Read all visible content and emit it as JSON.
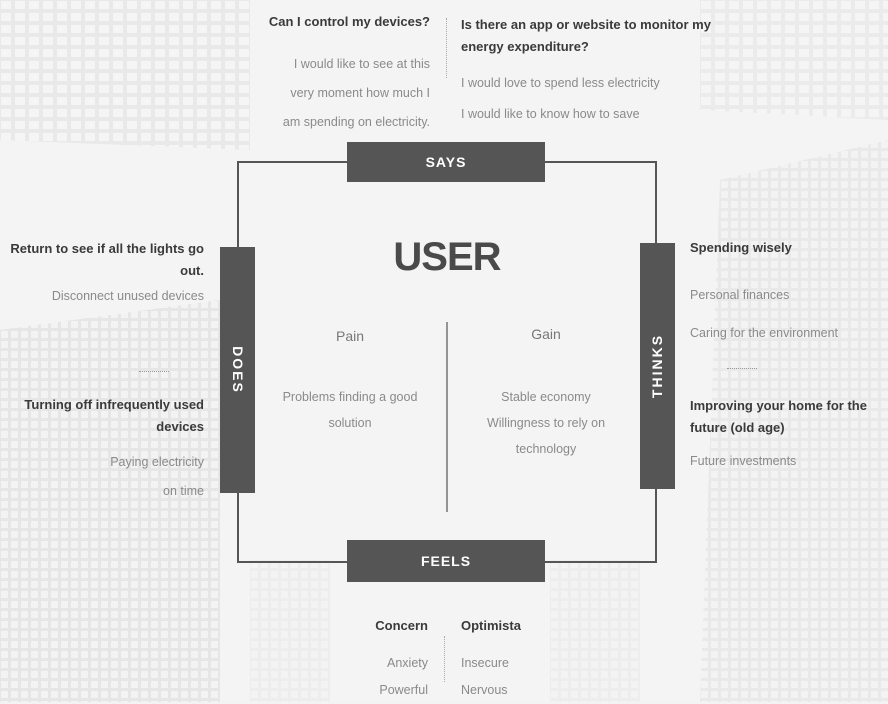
{
  "center_title": "USER",
  "says": {
    "label": "SAYS",
    "q1": "Can I control my devices?",
    "q1_text": [
      "I would like to see at this",
      "very moment how much I",
      "am spending on electricity."
    ],
    "q2": "Is there an app or website to monitor my energy expenditure?",
    "q2_text": [
      "I would love to spend less electricity",
      "I would like to know how to save"
    ]
  },
  "does": {
    "label": "DOES",
    "h1": "Return to see if all the lights go out.",
    "t1": "Disconnect unused devices",
    "h2": "Turning off infrequently used devices",
    "t2": [
      "Paying electricity",
      "on time"
    ]
  },
  "thinks": {
    "label": "THINKS",
    "h1": "Spending wisely",
    "t1": [
      "Personal finances",
      "Caring for the environment"
    ],
    "h2": "Improving your home for the future (old age)",
    "t2": "Future investments"
  },
  "feels": {
    "label": "FEELS",
    "h1": "Concern",
    "t1": [
      "Anxiety",
      "Powerful"
    ],
    "h2": "Optimista",
    "t2": [
      "Insecure",
      "Nervous"
    ]
  },
  "pain": {
    "title": "Pain",
    "text": [
      "Problems finding a good",
      "solution"
    ]
  },
  "gain": {
    "title": "Gain",
    "text": [
      "Stable economy",
      "Willingness to rely on",
      "technology"
    ]
  }
}
